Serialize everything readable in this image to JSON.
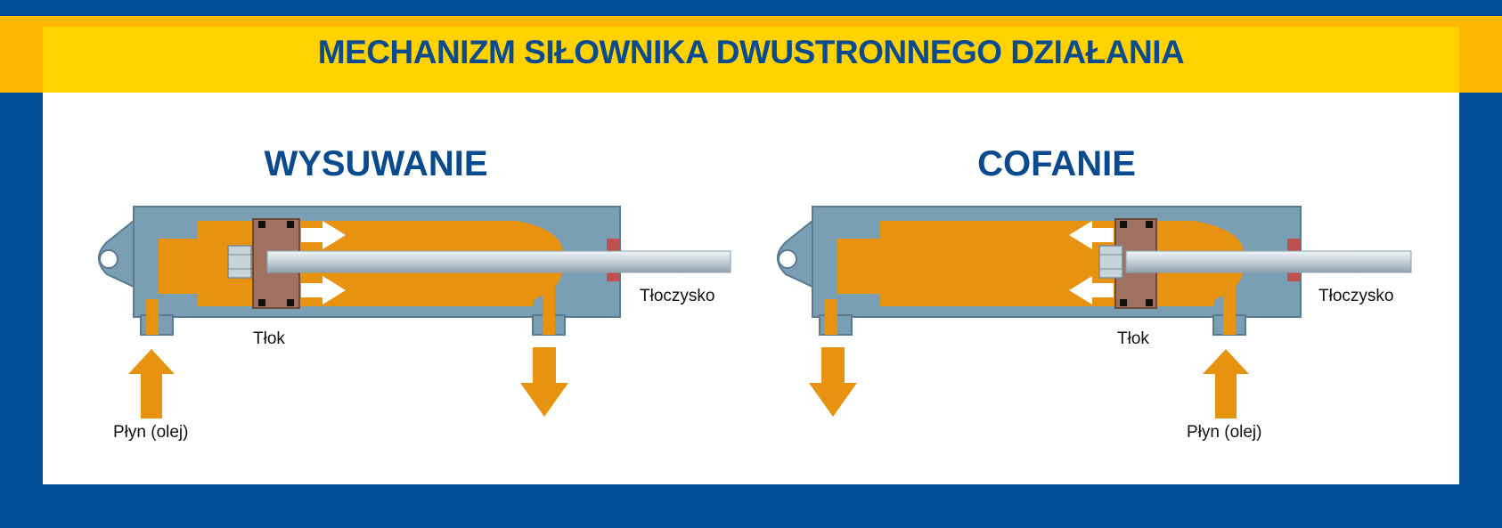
{
  "title": "MECHANIZM SIŁOWNIKA DWUSTRONNEGO DZIAŁANIA",
  "sections": [
    {
      "title": "WYSUWANIE",
      "piston_label": "Tłok",
      "rod_label": "Tłoczysko",
      "fluid_label": "Płyn (olej)"
    },
    {
      "title": "COFANIE",
      "piston_label": "Tłok",
      "rod_label": "Tłoczysko",
      "fluid_label": "Płyn (olej)"
    }
  ],
  "colors": {
    "background": "#004c97",
    "banner": "#ffd200",
    "title": "#0a4a8f",
    "cylinder_body": "#7a9fb5",
    "fluid": "#e8930f",
    "piston": "#a07060",
    "rod": "#c7d3dc",
    "arrow": "#e8930f"
  }
}
